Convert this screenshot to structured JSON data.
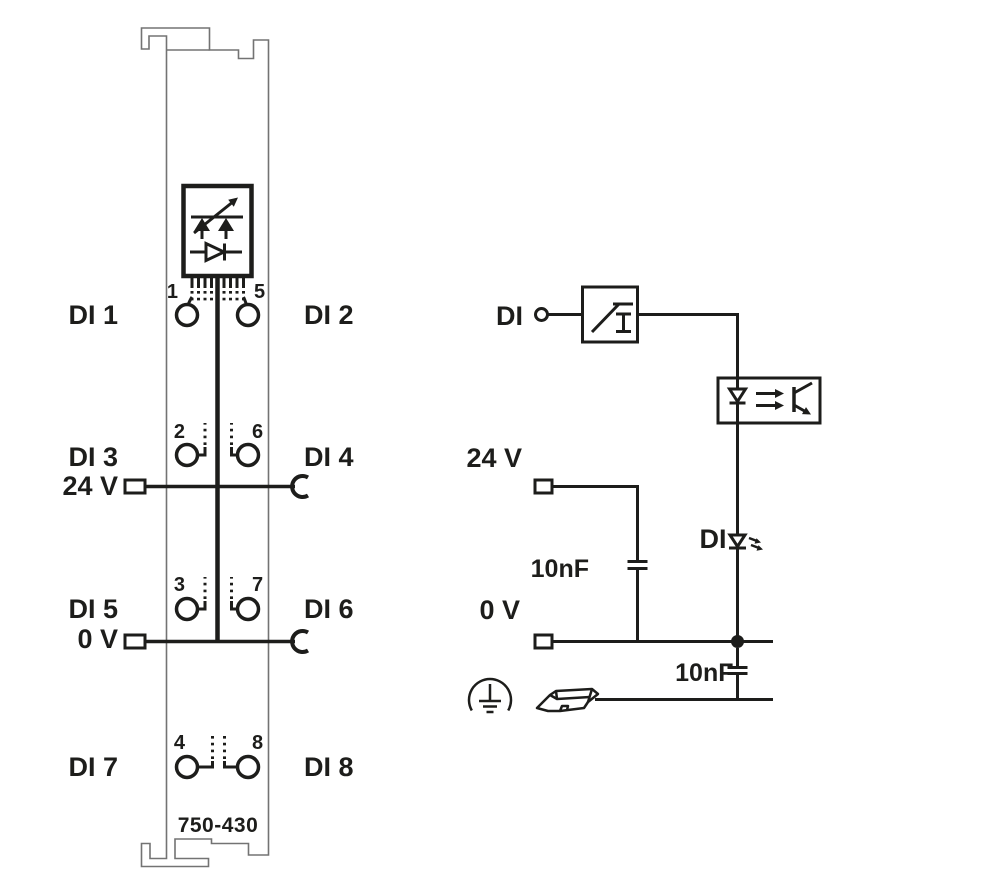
{
  "module": {
    "model": "750-430",
    "di1": "DI 1",
    "di2": "DI 2",
    "di3": "DI 3",
    "di4": "DI 4",
    "di5": "DI 5",
    "di6": "DI 6",
    "di7": "DI 7",
    "di8": "DI 8",
    "v24": "24 V",
    "v0": "0 V",
    "t1": "1",
    "t2": "2",
    "t3": "3",
    "t4": "4",
    "t5": "5",
    "t6": "6",
    "t7": "7",
    "t8": "8"
  },
  "schematic": {
    "input": "DI",
    "v24": "24 V",
    "v0": "0 V",
    "cap1": "10nF",
    "cap2": "10nF",
    "led": "DI"
  },
  "colors": {
    "ink": "#1d1d1b",
    "outline": "#737373",
    "bg": "#ffffff"
  }
}
